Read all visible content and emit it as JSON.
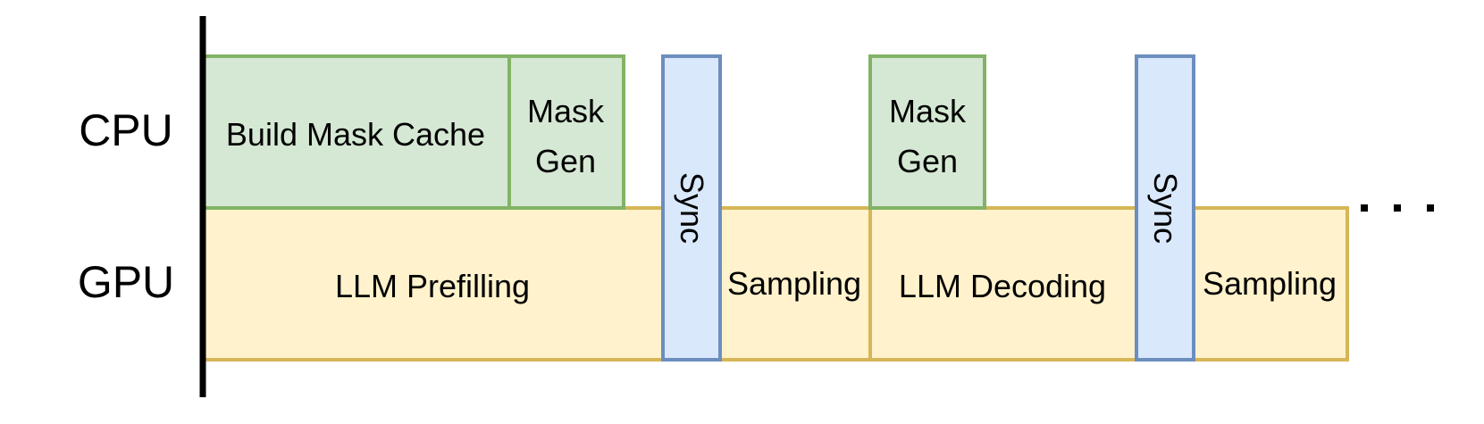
{
  "rows": {
    "cpu": "CPU",
    "gpu": "GPU"
  },
  "cpu_blocks": {
    "build_mask_cache": "Build Mask Cache",
    "mask_gen_1": [
      "Mask",
      "Gen"
    ],
    "mask_gen_2": [
      "Mask",
      "Gen"
    ]
  },
  "gpu_blocks": {
    "llm_prefilling": "LLM Prefilling",
    "sampling_1": "Sampling",
    "llm_decoding": "LLM Decoding",
    "sampling_2": "Sampling"
  },
  "sync_blocks": {
    "sync_1": "Sync",
    "sync_2": "Sync"
  },
  "colors": {
    "cpu_fill": "#d5e8d4",
    "cpu_stroke": "#82b366",
    "gpu_fill": "#fff2cc",
    "gpu_stroke": "#d6b656",
    "sync_fill": "#dae8fc",
    "sync_stroke": "#6c8ebf",
    "axis": "#000000"
  }
}
